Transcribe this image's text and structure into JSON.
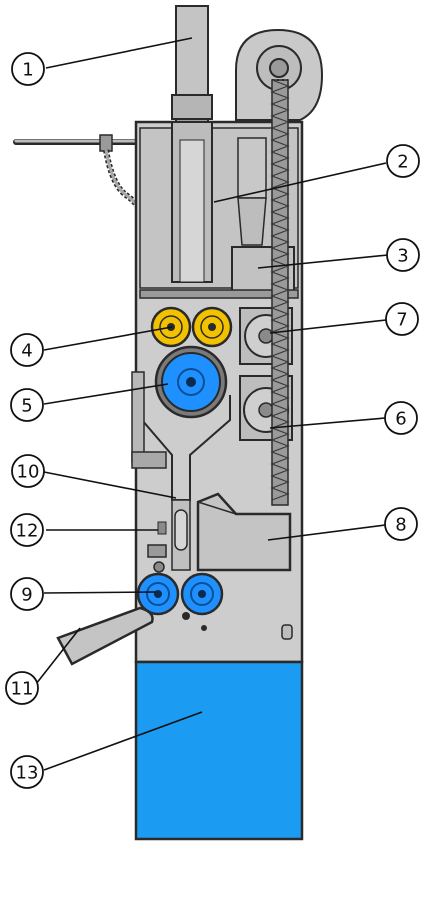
{
  "colors": {
    "machine_body": "#c9c9c9",
    "machine_dark": "#9a9a9a",
    "outline": "#2a2a2a",
    "accent_blue": "#1e90ff",
    "accent_yellow": "#f2c200",
    "base_blue": "#1b9cf2",
    "background": "#ffffff"
  },
  "callouts": [
    {
      "id": "1",
      "label": "1"
    },
    {
      "id": "2",
      "label": "2"
    },
    {
      "id": "3",
      "label": "3"
    },
    {
      "id": "4",
      "label": "4"
    },
    {
      "id": "5",
      "label": "5"
    },
    {
      "id": "6",
      "label": "6"
    },
    {
      "id": "7",
      "label": "7"
    },
    {
      "id": "8",
      "label": "8"
    },
    {
      "id": "9",
      "label": "9"
    },
    {
      "id": "10",
      "label": "10"
    },
    {
      "id": "11",
      "label": "11"
    },
    {
      "id": "12",
      "label": "12"
    },
    {
      "id": "13",
      "label": "13"
    }
  ]
}
